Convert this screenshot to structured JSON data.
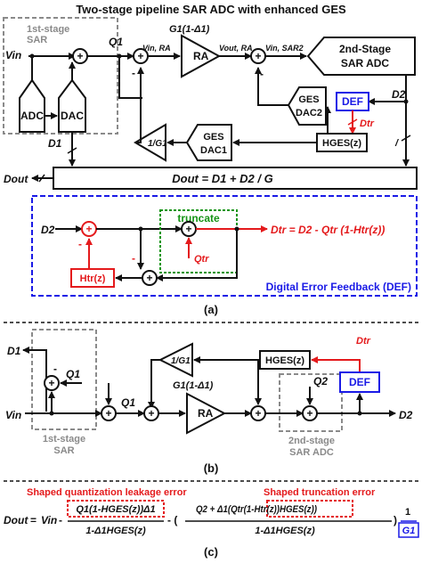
{
  "title": "Two-stage pipeline SAR ADC with enhanced GES",
  "a": {
    "stage1_label_line1": "1st-stage",
    "stage1_label_line2": "SAR",
    "vin": "Vin",
    "adc": "ADC",
    "dac": "DAC",
    "q1": "Q1",
    "vin_ra": "Vin, RA",
    "ra": "RA",
    "gain_label": "G1(1-Δ1)",
    "vout_ra": "Vout, RA",
    "vin_sar2": "Vin, SAR2",
    "stage2_line1": "2nd-Stage",
    "stage2_line2": "SAR ADC",
    "d1": "D1",
    "d2": "D2",
    "def": "DEF",
    "dtr": "Dtr",
    "ges_dac2_line1": "GES",
    "ges_dac2_line2": "DAC2",
    "ges_dac1_line1": "GES",
    "ges_dac1_line2": "DAC1",
    "inv_g1": "1/G1",
    "hges": "HGES(z)",
    "dout": "Dout",
    "dout_eq": "Dout = D1 + D2 / G",
    "def_d2": "D2",
    "truncate": "truncate",
    "qtr": "Qtr",
    "def_dtr_eq": "Dtr = D2 - Qtr (1-Htr(z))",
    "htr": "Htr(z)",
    "def_caption": "Digital Error Feedback (DEF)",
    "panel_label": "(a)"
  },
  "b": {
    "d1": "D1",
    "inv_g1": "1/G1",
    "hges": "HGES(z)",
    "dtr": "Dtr",
    "q1_in": "Q1",
    "q1_out": "Q1",
    "gain_label": "G1(1-Δ1)",
    "ra": "RA",
    "q2": "Q2",
    "def": "DEF",
    "vin": "Vin",
    "d2": "D2",
    "stage1_line1": "1st-stage",
    "stage1_line2": "SAR",
    "stage2_line1": "2nd-stage",
    "stage2_line2": "SAR ADC",
    "panel_label": "(b)"
  },
  "c": {
    "leak_label": "Shaped quantization leakage error",
    "trunc_label": "Shaped truncation error",
    "dout": "Dout",
    "eq": "=",
    "vin": "Vin",
    "num1": "Q1(1-HGES(z))Δ1",
    "den1": "1-Δ1HGES(z)",
    "num2": "Q2 + Δ1(Qtr(1-Htr(z))HGES(z))",
    "den2": "1-Δ1HGES(z)",
    "one": "1",
    "g1": "G1",
    "panel_label": "(c)"
  },
  "colors": {
    "red": "#e41a1c",
    "blue": "#1a1ae6",
    "green": "#159415",
    "gray": "#8a8a8a",
    "black": "#111111"
  }
}
